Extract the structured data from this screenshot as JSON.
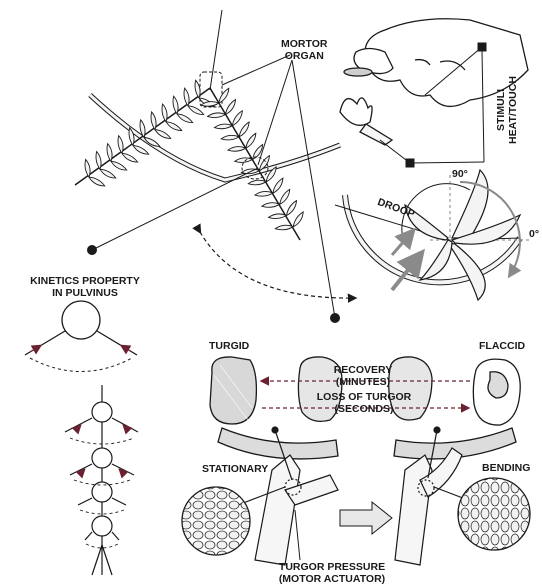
{
  "labels": {
    "motor_organ": [
      "MORTOR",
      "ORGAN"
    ],
    "stimuli": [
      "STIMULI",
      "HEAT/TOUCH"
    ],
    "kinetics": [
      "KINETICS PROPERTY",
      "IN PULVINUS"
    ],
    "droop": "DROOP",
    "angle_90": "90°",
    "angle_0": "0°",
    "turgid": "TURGID",
    "flaccid": "FLACCID",
    "recovery": [
      "RECOVERY",
      "(MINUTES)"
    ],
    "loss": [
      "LOSS OF TURGOR",
      "(SECONDS)"
    ],
    "stationary": "STATIONARY",
    "bending": "BENDING",
    "turgor_pressure": [
      "TURGOR PRESSURE",
      "(MOTOR ACTUATOR)"
    ]
  },
  "colors": {
    "ink": "#1a1a1a",
    "cell_fill": "#d8d8d8",
    "leaf_fill": "#f4f4f4",
    "arrow_maroon": "#6b2230",
    "arrow_gray": "#8a8a8a"
  }
}
